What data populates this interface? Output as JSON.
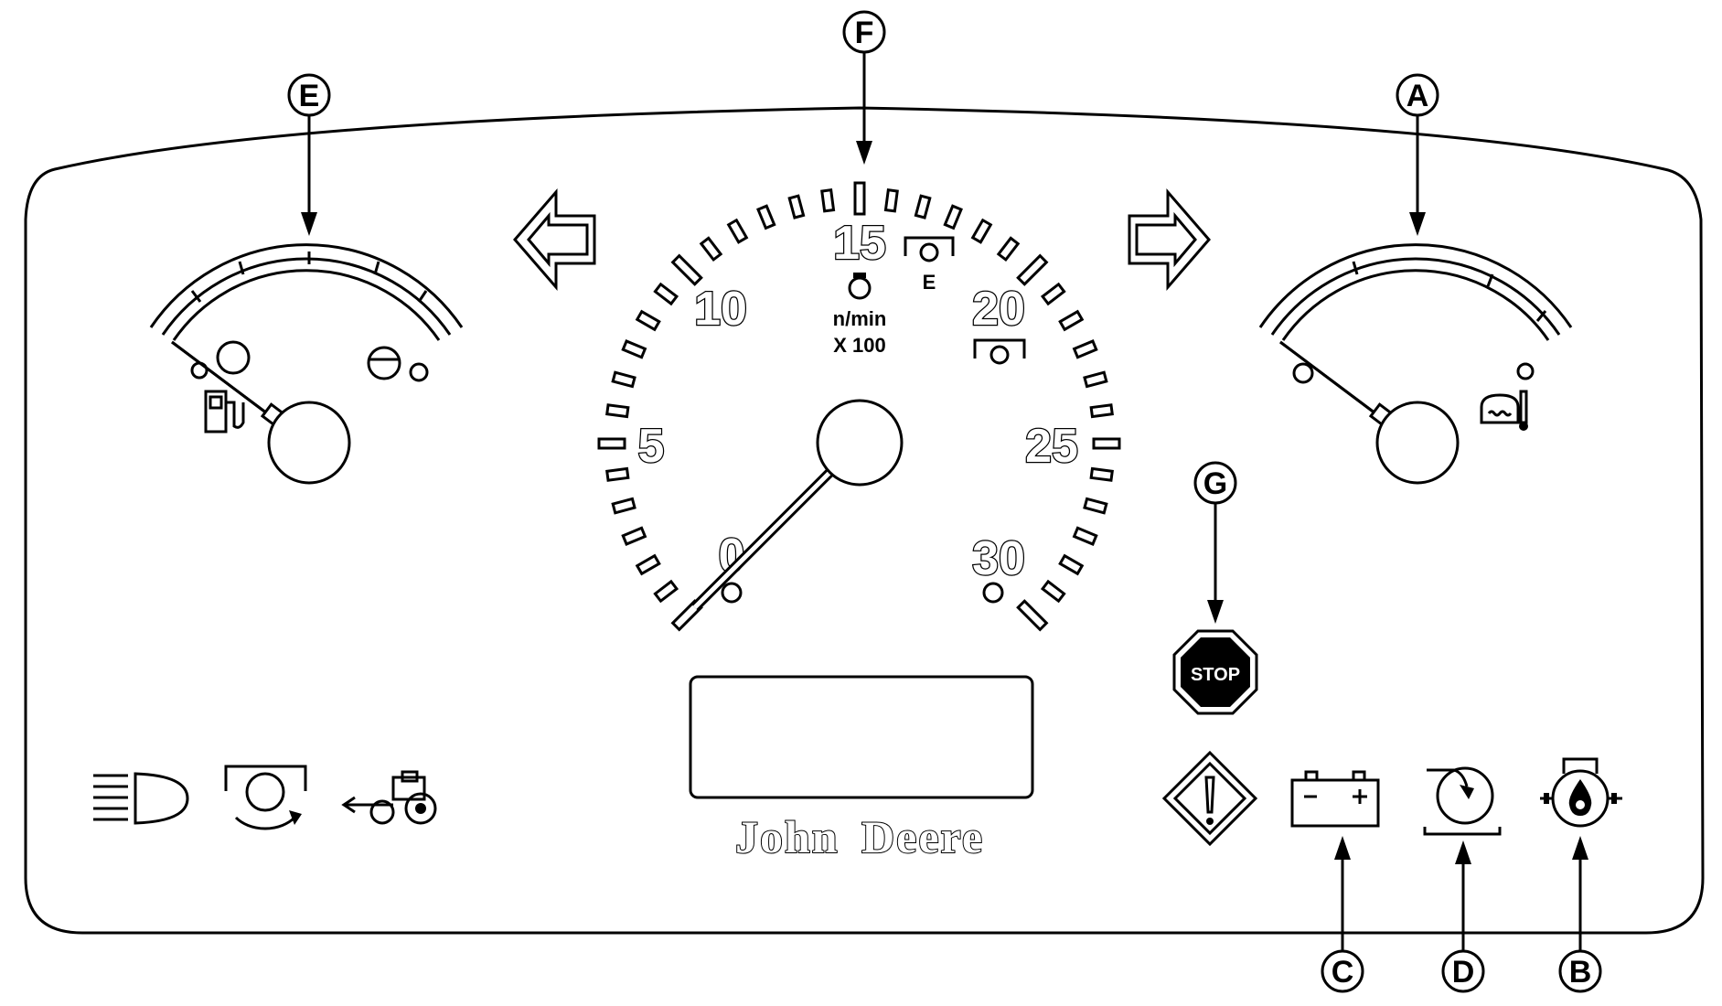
{
  "callouts": {
    "a": "A",
    "b": "B",
    "c": "C",
    "d": "D",
    "e": "E",
    "f": "F",
    "g": "G"
  },
  "tachometer": {
    "tick_labels": [
      "0",
      "5",
      "10",
      "15",
      "20",
      "25",
      "30"
    ],
    "unit_line1": "n/min",
    "unit_line2": "X 100",
    "eco_marker": "E",
    "needle_value": 0
  },
  "stop_sign": "STOP",
  "brand": {
    "first": "John",
    "last": "Deere"
  },
  "icons": [
    "left-turn-arrow-icon",
    "right-turn-arrow-icon",
    "fuel-pump-icon",
    "coolant-temperature-icon",
    "headlight-icon",
    "pto-icon",
    "implement-towing-icon",
    "warning-diamond-icon",
    "battery-icon",
    "air-filter-icon",
    "oil-pressure-icon",
    "engine-icon"
  ]
}
